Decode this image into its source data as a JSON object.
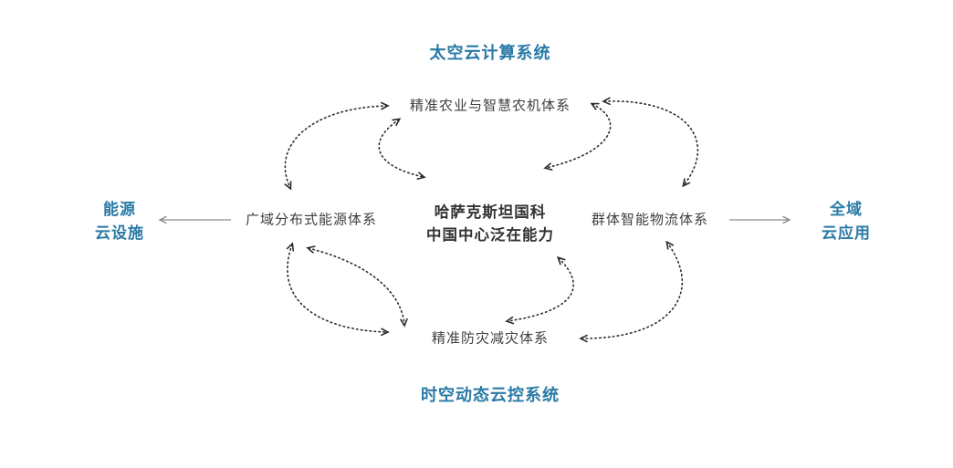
{
  "diagram": {
    "top_system": "太空云计算系统",
    "bottom_system": "时空动态云控系统",
    "left_facility": {
      "line1": "能源",
      "line2": "云设施"
    },
    "right_application": {
      "line1": "全域",
      "line2": "云应用"
    },
    "center_hub": {
      "line1": "哈萨克斯坦国科",
      "line2": "中国中心泛在能力"
    },
    "nodes": {
      "agriculture": "精准农业与智慧农机体系",
      "energy": "广域分布式能源体系",
      "logistics": "群体智能物流体系",
      "disaster": "精准防灾减灾体系"
    },
    "colors": {
      "accent_blue": "#2a7aa6",
      "node_text": "#3f3f3f",
      "dotted_arrow": "#2b2b2b",
      "solid_arrow": "#8c8c8c"
    },
    "edges": [
      {
        "from": "广域分布式能源体系",
        "to": "能源云设施",
        "style": "solid",
        "direction": "one-way"
      },
      {
        "from": "群体智能物流体系",
        "to": "全域云应用",
        "style": "solid",
        "direction": "one-way"
      },
      {
        "from": "精准农业与智慧农机体系",
        "to": "广域分布式能源体系",
        "style": "dotted",
        "direction": "two-way"
      },
      {
        "from": "精准农业与智慧农机体系",
        "to": "哈萨克斯坦国科中国中心泛在能力",
        "style": "dotted",
        "direction": "two-way"
      },
      {
        "from": "精准农业与智慧农机体系",
        "to": "群体智能物流体系",
        "style": "dotted",
        "direction": "two-way"
      },
      {
        "from": "广域分布式能源体系",
        "to": "精准防灾减灾体系",
        "style": "dotted",
        "direction": "two-way"
      },
      {
        "from": "广域分布式能源体系",
        "to": "精准防灾减灾体系",
        "style": "dotted",
        "direction": "two-way"
      },
      {
        "from": "精准防灾减灾体系",
        "to": "哈萨克斯坦国科中国中心泛在能力",
        "style": "dotted",
        "direction": "two-way"
      },
      {
        "from": "精准防灾减灾体系",
        "to": "群体智能物流体系",
        "style": "dotted",
        "direction": "two-way"
      }
    ]
  }
}
